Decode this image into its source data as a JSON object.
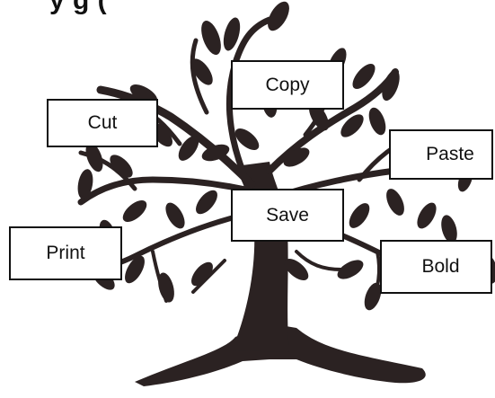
{
  "title_fragment": "y          g          (",
  "tree_color": "#2b2222",
  "labels": {
    "cut": "Cut",
    "copy": "Copy",
    "paste": "Paste",
    "save": "Save",
    "print": "Print",
    "bold": "Bold"
  }
}
